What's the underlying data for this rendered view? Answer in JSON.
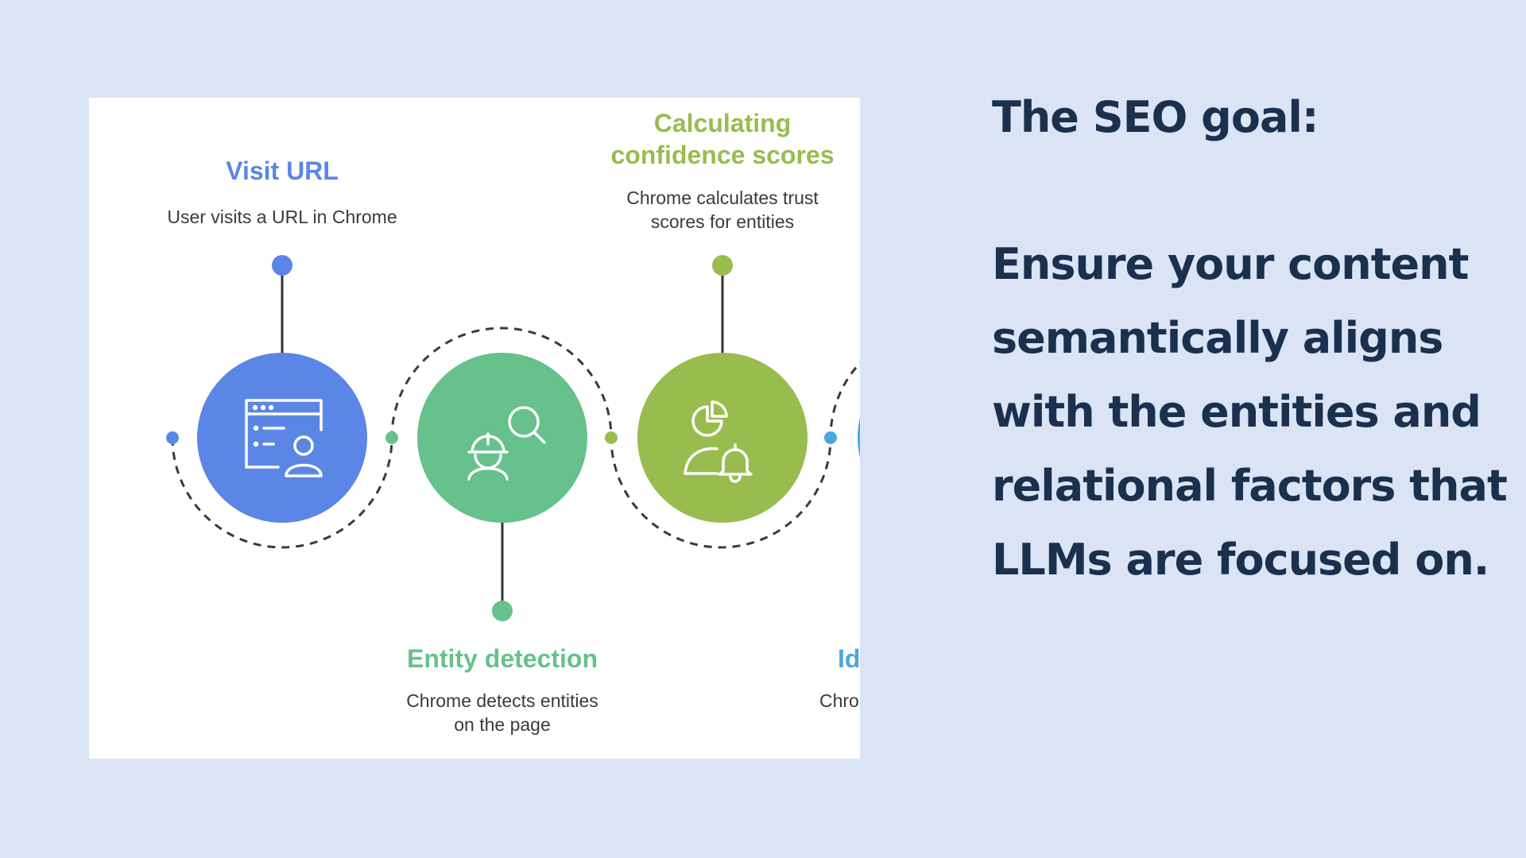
{
  "diagram": {
    "steps": [
      {
        "title": "Visit URL",
        "description": "User visits a URL in Chrome",
        "color": "#5b86e5",
        "icon": "browser-user-icon"
      },
      {
        "title": "Entity detection",
        "description": "Chrome detects entities on the page",
        "color": "#66c18c",
        "icon": "worker-search-icon"
      },
      {
        "title": "Calculating confidence scores",
        "description": "Chrome calculates trust scores for entities",
        "color": "#99bc4f",
        "icon": "chart-bell-icon"
      },
      {
        "title": "Id",
        "description": "Chro",
        "color": "#4aa7d8",
        "icon": "partial-circle"
      }
    ]
  },
  "side": {
    "heading": "The SEO goal:",
    "body": "Ensure your content semantically aligns with the entities and relational factors that LLMs are focused on."
  }
}
